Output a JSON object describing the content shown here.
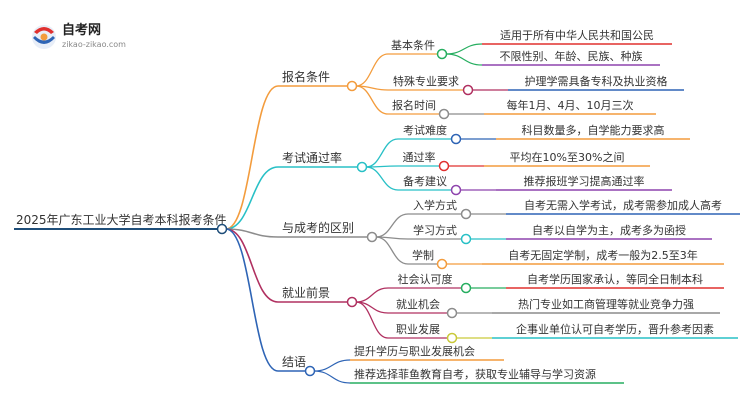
{
  "logo": {
    "name": "自考网",
    "url": "zikao-zikao.com"
  },
  "root": {
    "label": "2025年广东工业大学自考本科报考条件"
  },
  "colors": {
    "root": "#1f4e79",
    "branches": [
      "#f39c3d",
      "#28c0c6",
      "#8c8c8c",
      "#b03060",
      "#2e64b5"
    ]
  },
  "branches": [
    {
      "label": "报名条件",
      "children": [
        {
          "label": "基本条件",
          "color": "#27ae60",
          "details": [
            {
              "label": "适用于所有中华人民共和国公民",
              "color": "#e0302f"
            },
            {
              "label": "不限性别、年龄、民族、种族",
              "color": "#8e44ad"
            }
          ]
        },
        {
          "label": "特殊专业要求",
          "color": "#b03060",
          "details": [
            {
              "label": "护理学需具备专科及执业资格",
              "color": "#2e64b5"
            }
          ]
        },
        {
          "label": "报名时间",
          "color": "#8c8c8c",
          "details": [
            {
              "label": "每年1月、4月、10月三次",
              "color": "#f39c3d"
            }
          ]
        }
      ]
    },
    {
      "label": "考试通过率",
      "children": [
        {
          "label": "考试难度",
          "color": "#2e64b5",
          "details": [
            {
              "label": "科目数量多，自学能力要求高",
              "color": "#f39c3d"
            }
          ]
        },
        {
          "label": "通过率",
          "color": "#e0302f",
          "details": [
            {
              "label": "平均在10%至30%之间",
              "color": "#f39c3d"
            }
          ]
        },
        {
          "label": "备考建议",
          "color": "#8e44ad",
          "details": [
            {
              "label": "推荐报班学习提高通过率",
              "color": "#8e44ad"
            }
          ]
        }
      ]
    },
    {
      "label": "与成考的区别",
      "children": [
        {
          "label": "入学方式",
          "color": "#8c8c8c",
          "details": [
            {
              "label": "自考无需入学考试，成考需参加成人高考",
              "color": "#2e64b5"
            }
          ]
        },
        {
          "label": "学习方式",
          "color": "#28c0c6",
          "details": [
            {
              "label": "自考以自学为主，成考多为函授",
              "color": "#8e44ad"
            }
          ]
        },
        {
          "label": "学制",
          "color": "#f39c3d",
          "details": [
            {
              "label": "自考无固定学制，成考一般为2.5至3年",
              "color": "#f39c3d"
            }
          ]
        }
      ]
    },
    {
      "label": "就业前景",
      "children": [
        {
          "label": "社会认可度",
          "color": "#27ae60",
          "details": [
            {
              "label": "自考学历国家承认，等同全日制本科",
              "color": "#e0302f"
            }
          ]
        },
        {
          "label": "就业机会",
          "color": "#8c8c8c",
          "details": [
            {
              "label": "热门专业如工商管理等就业竞争力强",
              "color": "#8c8c8c"
            }
          ]
        },
        {
          "label": "职业发展",
          "color": "#c9c93a",
          "details": [
            {
              "label": "企事业单位认可自考学历，晋升参考因素",
              "color": "#28c0c6"
            }
          ]
        }
      ]
    },
    {
      "label": "结语",
      "children": [],
      "details": [
        {
          "label": "提升学历与职业发展机会",
          "color": "#f39c3d"
        },
        {
          "label": "推荐选择菲鱼教育自考，获取专业辅导与学习资源",
          "color": "#27ae60"
        }
      ]
    }
  ]
}
